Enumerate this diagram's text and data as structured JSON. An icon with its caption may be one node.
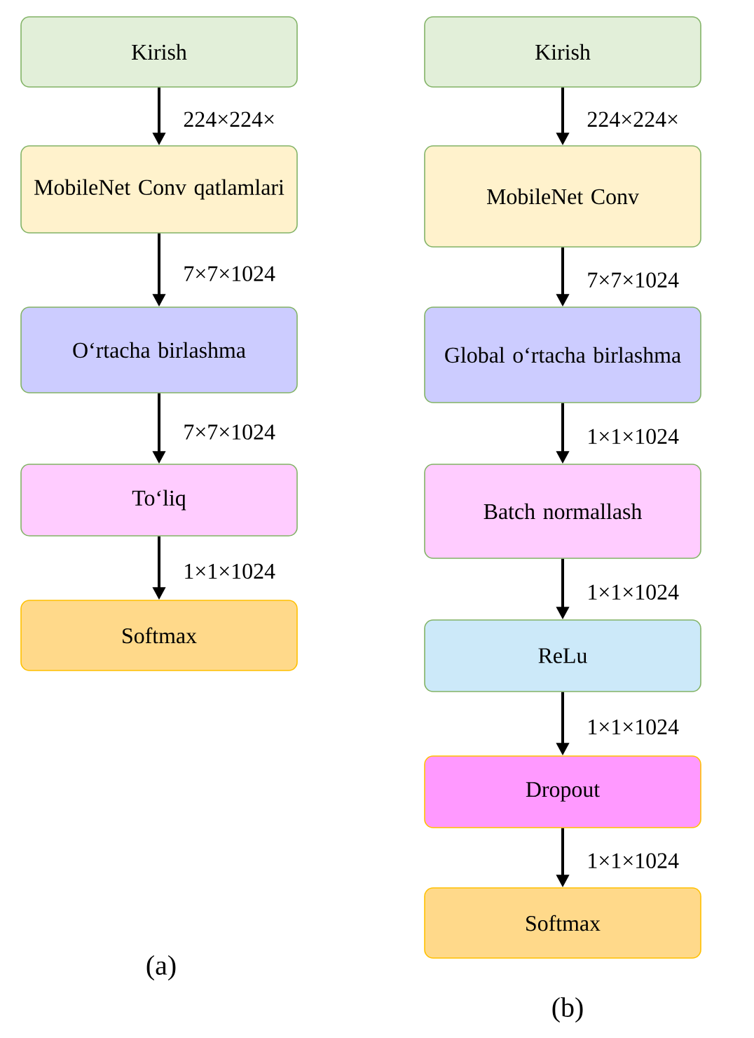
{
  "diagram": {
    "nodes": [
      {
        "text": [
          "Kirish"
        ]
      },
      {
        "text": [
          "MobileNet Conv qatlamlari"
        ]
      },
      {
        "text": [
          "O‘rtacha birlashma"
        ]
      },
      {
        "text": [
          "To‘liq"
        ]
      },
      {
        "text": [
          "Softmax"
        ]
      },
      {
        "text": [
          "Kirish"
        ]
      },
      {
        "text": [
          "MobileNet Conv"
        ]
      },
      {
        "text": [
          "Global o‘rtacha birlashma"
        ]
      },
      {
        "text": [
          "Batch normallash"
        ]
      },
      {
        "text": [
          "ReLu"
        ]
      },
      {
        "text": [
          "Dropout"
        ]
      },
      {
        "text": [
          "Softmax"
        ]
      }
    ],
    "edges": [
      {
        "from": 0,
        "to": 1,
        "arrow": "to",
        "label": "224×224×"
      },
      {
        "from": 1,
        "to": 2,
        "arrow": "to",
        "label": "7×7×1024"
      },
      {
        "from": 2,
        "to": 3,
        "arrow": "to",
        "label": "7×7×1024"
      },
      {
        "from": 3,
        "to": 4,
        "arrow": "to",
        "label": "1×1×1024"
      },
      {
        "from": 5,
        "to": 6,
        "arrow": "to",
        "label": "224×224×"
      },
      {
        "from": 6,
        "to": 7,
        "arrow": "to",
        "label": "7×7×1024"
      },
      {
        "from": 7,
        "to": 8,
        "arrow": "to",
        "label": "1×1×1024"
      },
      {
        "from": 8,
        "to": 9,
        "arrow": "to",
        "label": "1×1×1024"
      },
      {
        "from": 9,
        "to": 10,
        "arrow": "to",
        "label": "1×1×1024"
      },
      {
        "from": 10,
        "to": 11,
        "arrow": "to",
        "label": "1×1×1024"
      }
    ],
    "labels": [
      "(a)",
      "(b)"
    ]
  }
}
